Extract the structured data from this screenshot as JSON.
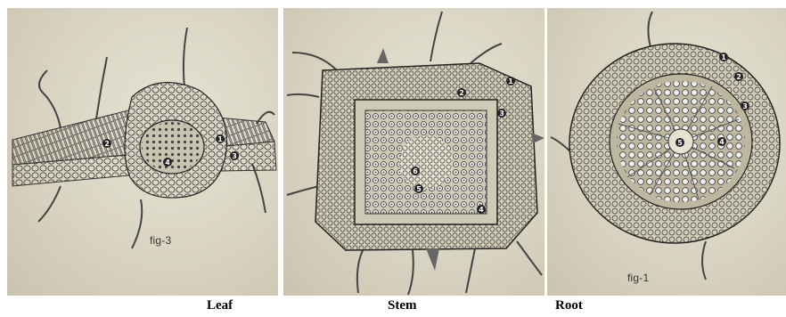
{
  "panels": {
    "leaf": {
      "caption": "Leaf",
      "fig_label": "fig-3",
      "markers": [
        "1",
        "2",
        "3",
        "4"
      ]
    },
    "stem": {
      "caption": "Stem",
      "fig_label": "",
      "markers": [
        "1",
        "2",
        "3",
        "4",
        "5",
        "6"
      ]
    },
    "root": {
      "caption": "Root",
      "fig_label": "fig-1",
      "markers": [
        "1",
        "2",
        "3",
        "4",
        "5"
      ]
    }
  }
}
